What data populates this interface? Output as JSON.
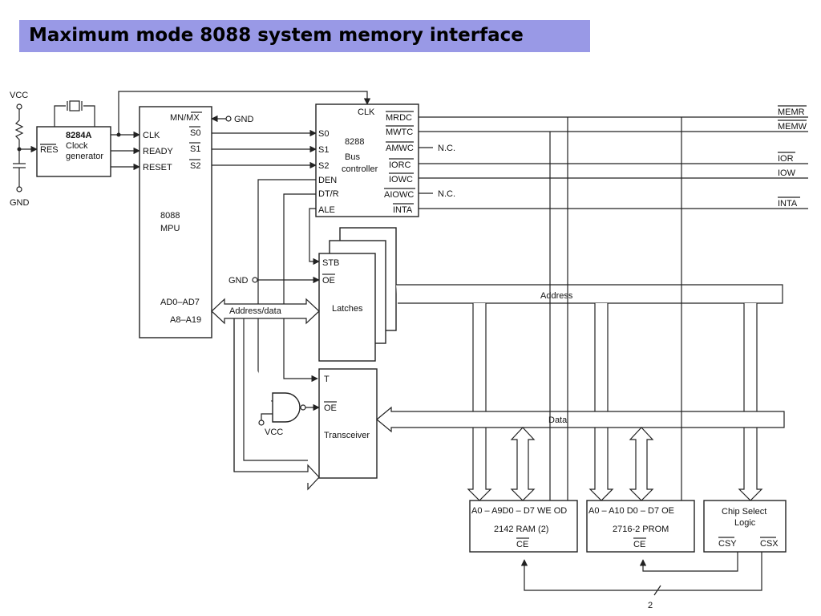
{
  "title": "Maximum mode 8088 system memory interface",
  "labels": {
    "vcc_top": "VCC",
    "gnd_left": "GND",
    "res": "RES",
    "clk8284_l1": "8284A",
    "clk8284_l2": "Clock",
    "clk8284_l3": "generator",
    "mpu_clk": "CLK",
    "mpu_ready": "READY",
    "mpu_reset": "RESET",
    "mpu_mnmx": "MN/MX",
    "mpu_gnd": "GND",
    "mpu_s0": "S0",
    "mpu_s1": "S1",
    "mpu_s2": "S2",
    "mpu_name1": "8088",
    "mpu_name2": "MPU",
    "mpu_ad": "AD0–AD7",
    "mpu_a": "A8–A19",
    "bc_clk": "CLK",
    "bc_s0": "S0",
    "bc_s1": "S1",
    "bc_s2": "S2",
    "bc_den": "DEN",
    "bc_dtr": "DT/R",
    "bc_ale": "ALE",
    "bc_name1": "8288",
    "bc_name2": "Bus",
    "bc_name3": "controller",
    "bc_mrdc": "MRDC",
    "bc_mwtc": "MWTC",
    "bc_amwc": "AMWC",
    "bc_iorc": "IORC",
    "bc_iowc": "IOWC",
    "bc_aiowc": "AIOWC",
    "bc_inta": "INTA",
    "nc1": "N.C.",
    "nc2": "N.C.",
    "out_memr": "MEMR",
    "out_memw": "MEMW",
    "out_ior": "IOR",
    "out_iow": "IOW",
    "out_inta": "INTA",
    "latch_stb": "STB",
    "latch_oe": "OE",
    "latch_name": "Latches",
    "gnd_latch": "GND",
    "addr_data": "Address/data",
    "address_bus": "Address",
    "trans_t": "T",
    "trans_oe": "OE",
    "trans_name": "Transceiver",
    "vcc_gate": "VCC",
    "data_bus": "Data",
    "ram_pins": "A0 – A9D0 – D7 WE OD",
    "ram_name": "2142 RAM (2)",
    "ram_ce": "CE",
    "prom_pins": "A0 – A10  D0 – D7  OE",
    "prom_name": "2716-2 PROM",
    "prom_ce": "CE",
    "csl_name1": "Chip Select",
    "csl_name2": "Logic",
    "csl_csy": "CSY",
    "csl_csx": "CSX",
    "bus_width": "2"
  }
}
